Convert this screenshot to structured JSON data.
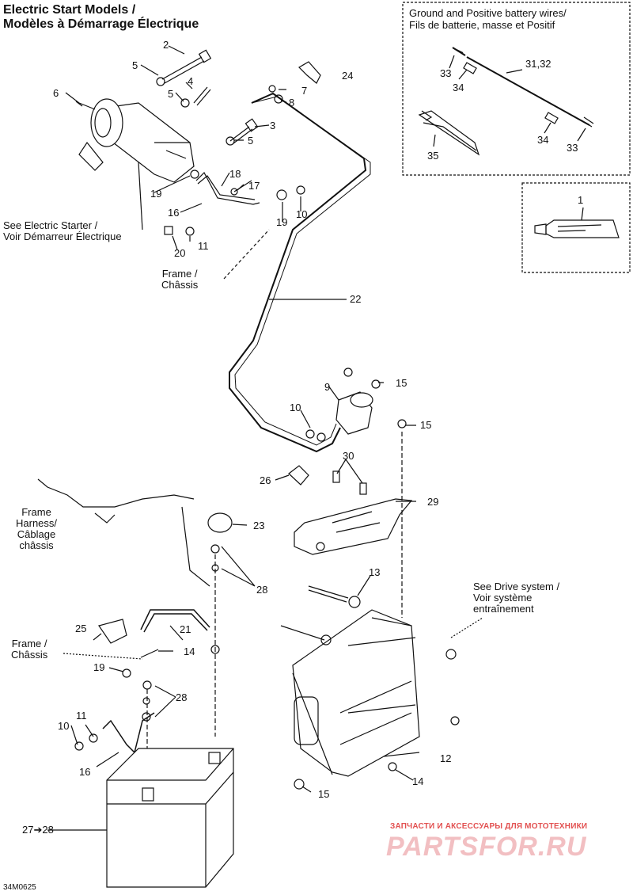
{
  "title_lines": [
    "Electric Start Models /",
    "Modèles à Démarrage Électrique"
  ],
  "battery_box": {
    "title_lines": [
      "Ground and Positive battery wires/",
      "Fils de batterie, masse et Positif"
    ],
    "labels": [
      "33",
      "34",
      "31,32",
      "34",
      "33",
      "35"
    ]
  },
  "callouts": {
    "see_electric_starter": [
      "See Electric Starter /",
      "Voir Démarreur Électrique"
    ],
    "frame_top": [
      "Frame /",
      "Châssis"
    ],
    "frame_harness": [
      "Frame",
      "Harness/",
      "Câblage",
      "châssis"
    ],
    "frame_bottom": [
      "Frame /",
      "Châssis"
    ],
    "see_drive_system": [
      "See Drive system /",
      "Voir système",
      "entraînement"
    ]
  },
  "part_numbers": {
    "n1": "1",
    "n2": "2",
    "n3": "3",
    "n4": "4",
    "n5a": "5",
    "n5b": "5",
    "n5c": "5",
    "n6": "6",
    "n7": "7",
    "n8": "8",
    "n9": "9",
    "n10a": "10",
    "n10b": "10",
    "n10c": "10",
    "n11a": "11",
    "n11b": "11",
    "n12": "12",
    "n13": "13",
    "n14a": "14",
    "n14b": "14",
    "n15a": "15",
    "n15b": "15",
    "n15c": "15",
    "n16a": "16",
    "n16b": "16",
    "n17": "17",
    "n18": "18",
    "n19a": "19",
    "n19b": "19",
    "n19c": "19",
    "n20": "20",
    "n21": "21",
    "n22": "22",
    "n23": "23",
    "n24": "24",
    "n25": "25",
    "n26": "26",
    "n27": "27➔28",
    "n28a": "28",
    "n28b": "28",
    "n29": "29",
    "n30": "30"
  },
  "watermark": {
    "small": "ЗАПЧАСТИ И АКСЕССУАРЫ ДЛЯ МОТОТЕХНИКИ",
    "big": "PARTSFOR.RU",
    "color_small": "#e25151",
    "color_big": "#f2bfc2"
  },
  "figure_code": "34M0625"
}
